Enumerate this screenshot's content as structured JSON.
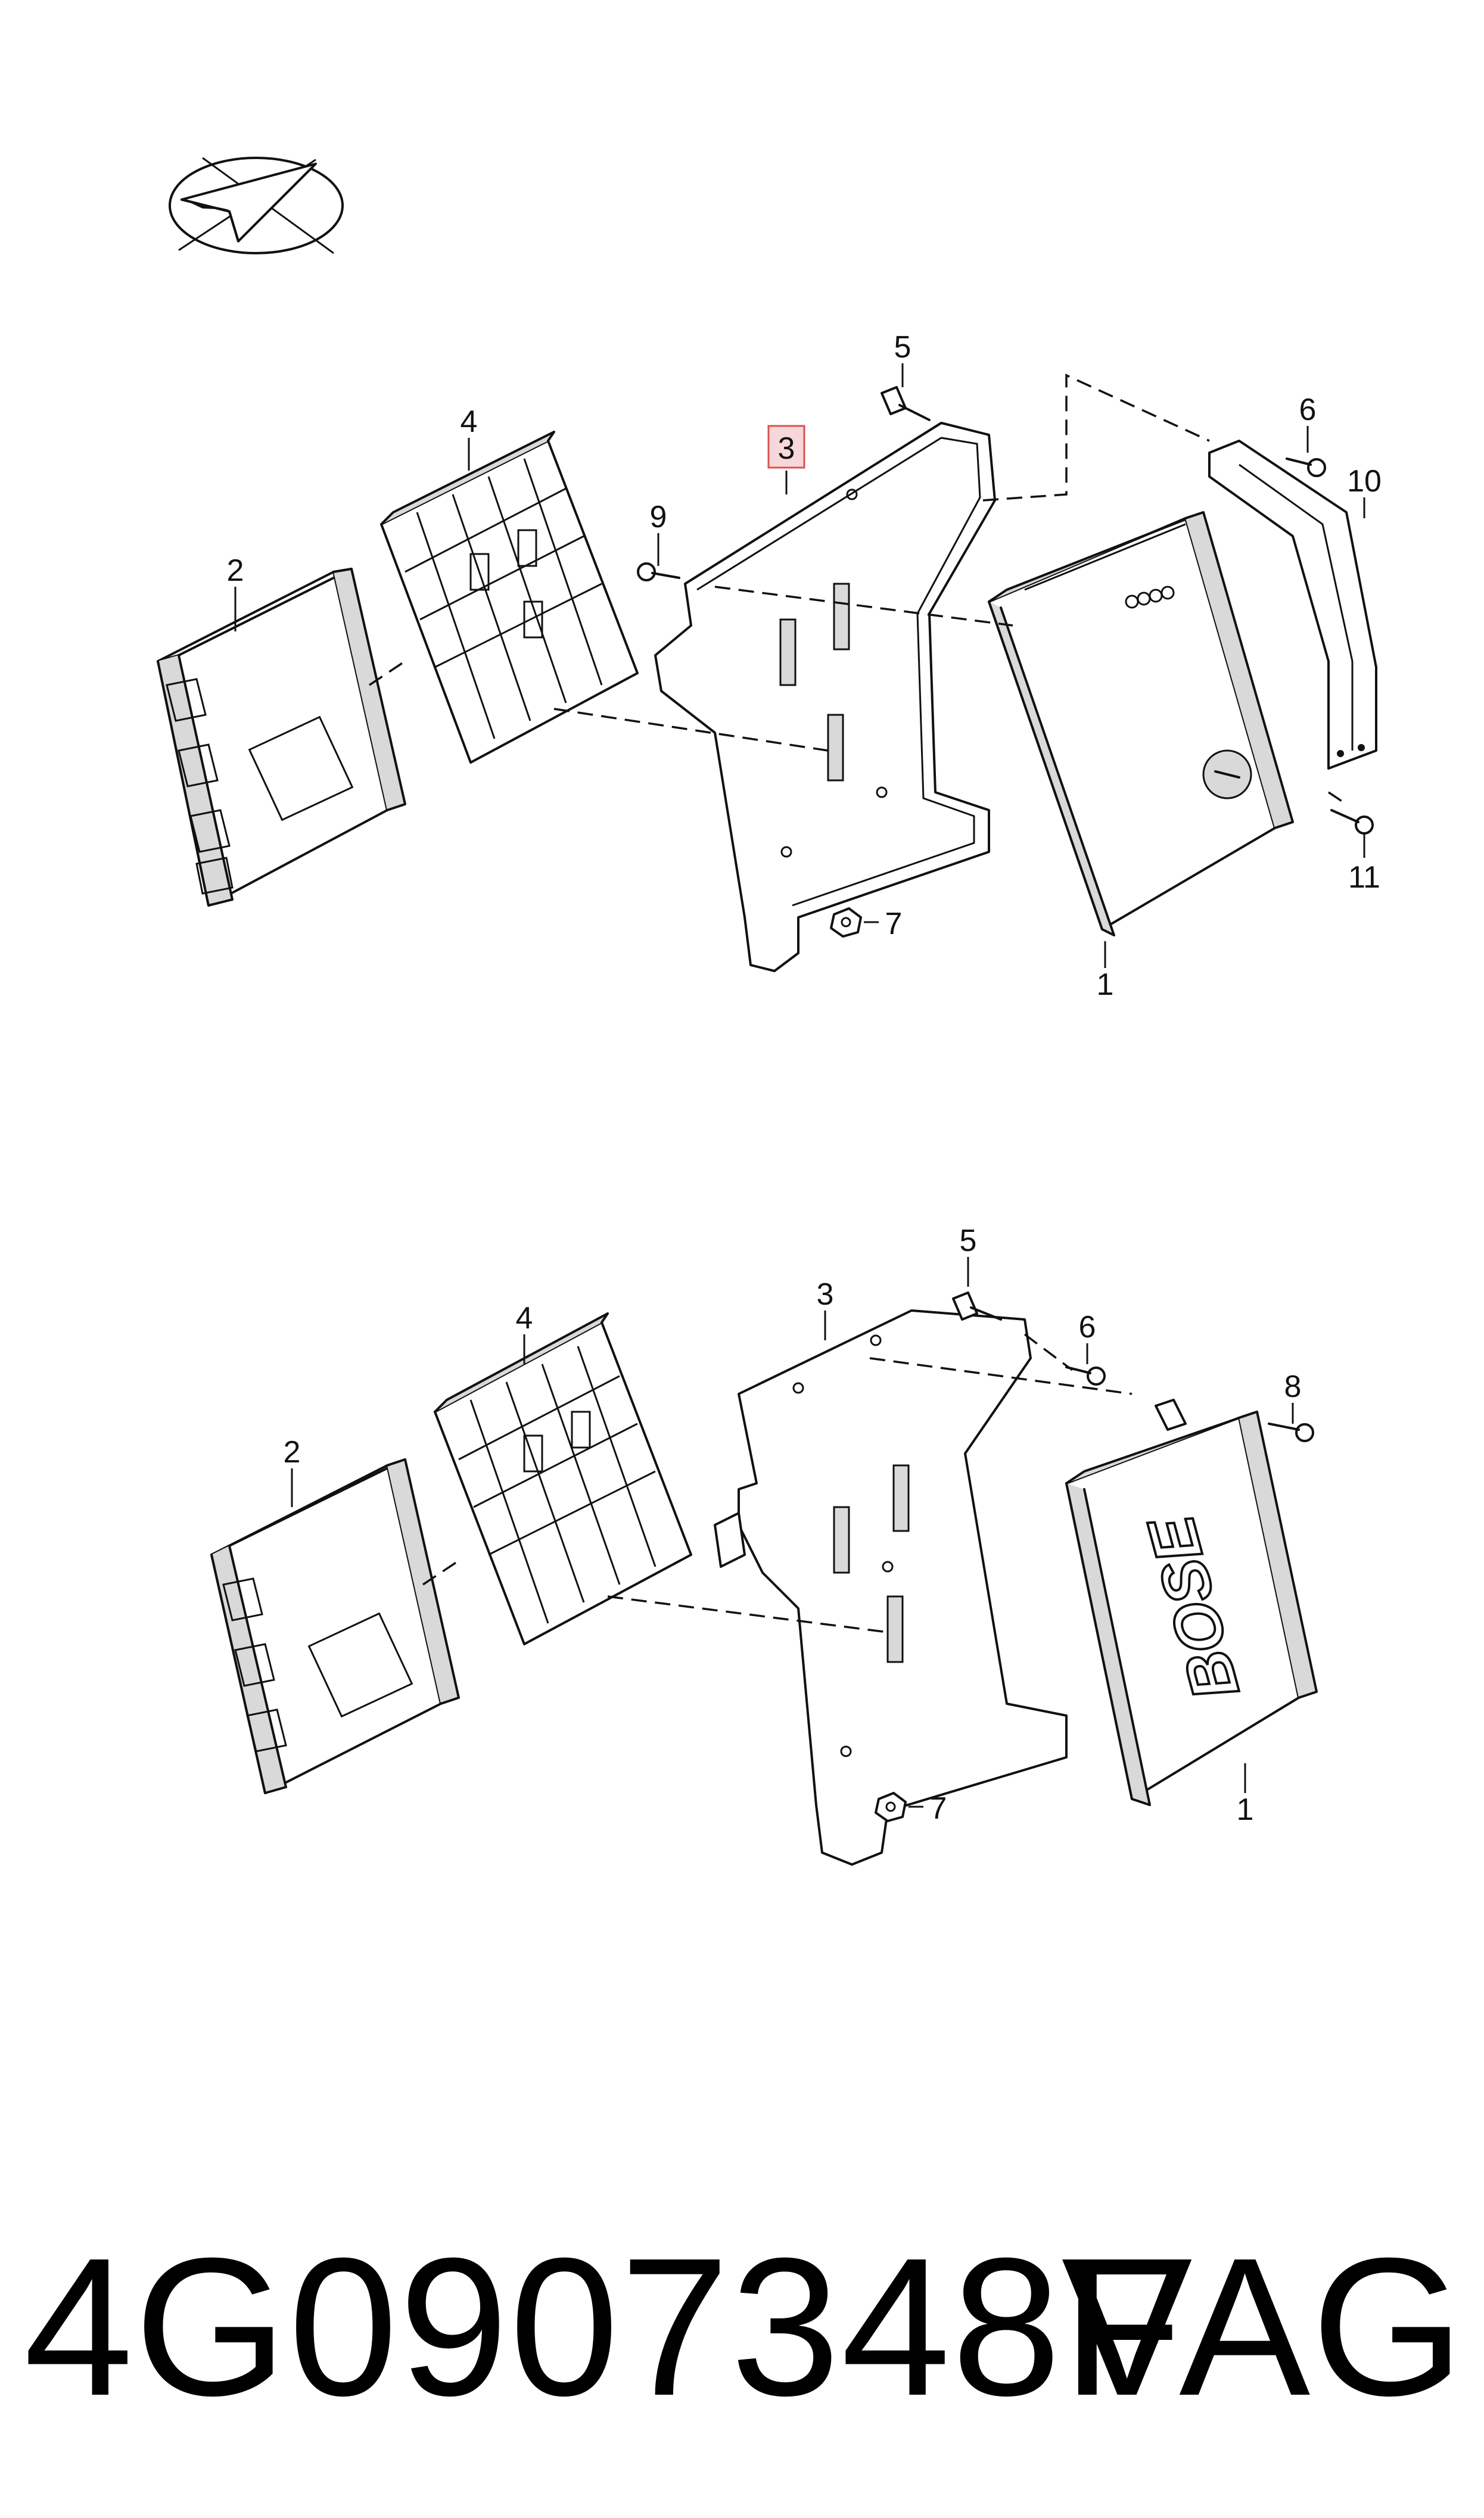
{
  "upper_view": {
    "callouts": [
      {
        "id": "c1",
        "label": "1"
      },
      {
        "id": "c2",
        "label": "2"
      },
      {
        "id": "c3",
        "label": "3",
        "highlighted": true
      },
      {
        "id": "c4",
        "label": "4"
      },
      {
        "id": "c5",
        "label": "5"
      },
      {
        "id": "c6",
        "label": "6"
      },
      {
        "id": "c7",
        "label": "7"
      },
      {
        "id": "c9",
        "label": "9"
      },
      {
        "id": "c10",
        "label": "10"
      },
      {
        "id": "c11",
        "label": "11"
      }
    ]
  },
  "lower_view": {
    "callouts": [
      {
        "id": "c1",
        "label": "1"
      },
      {
        "id": "c2",
        "label": "2"
      },
      {
        "id": "c3",
        "label": "3"
      },
      {
        "id": "c4",
        "label": "4"
      },
      {
        "id": "c5",
        "label": "5"
      },
      {
        "id": "c6",
        "label": "6"
      },
      {
        "id": "c7",
        "label": "7"
      },
      {
        "id": "c8",
        "label": "8"
      }
    ],
    "amplifier_brand": "BOSE"
  },
  "footer": {
    "part_number": "4G0907348F",
    "brand": "VAG"
  },
  "icons": {
    "orientation": "direction-arrow-icon"
  },
  "colors": {
    "highlight_box_fill": "#f8d7da",
    "highlight_box_stroke": "#d9534f",
    "line": "#111111"
  }
}
